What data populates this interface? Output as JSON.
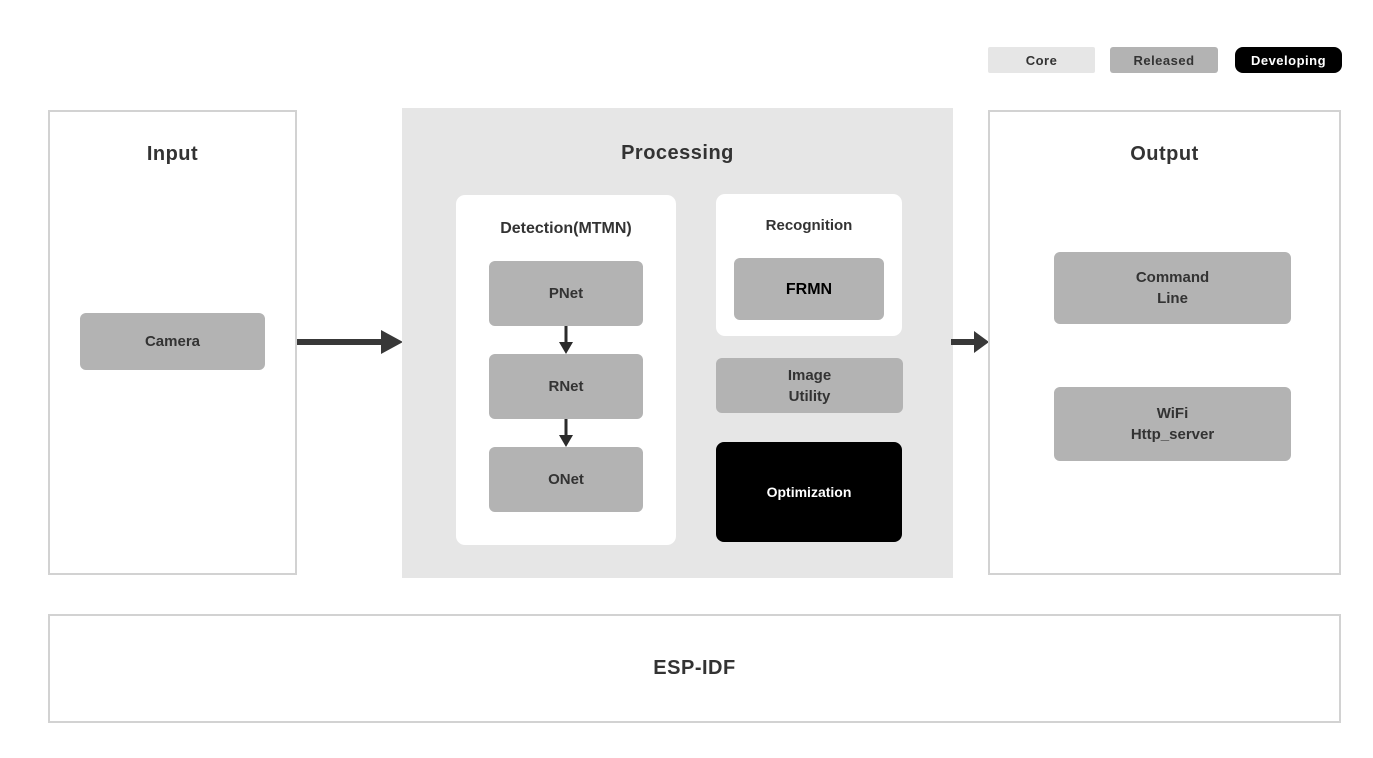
{
  "legend": {
    "core": "Core",
    "released": "Released",
    "developing": "Developing"
  },
  "input": {
    "title": "Input",
    "camera": "Camera"
  },
  "processing": {
    "title": "Processing",
    "detection": {
      "title": "Detection(MTMN)",
      "pnet": "PNet",
      "rnet": "RNet",
      "onet": "ONet"
    },
    "recognition": {
      "title": "Recognition",
      "frmn": "FRMN"
    },
    "image_utility": "Image\nUtility",
    "optimization": "Optimization"
  },
  "output": {
    "title": "Output",
    "command_line": "Command\nLine",
    "wifi_http_server": "WiFi\nHttp_server"
  },
  "foundation": {
    "title": "ESP-IDF"
  },
  "colors": {
    "core_bg": "#e6e6e6",
    "released_bg": "#b3b3b3",
    "developing_bg": "#000000",
    "developing_fg": "#ffffff",
    "panel_border": "#d2d2d2",
    "processing_bg": "#e6e6e6",
    "text": "#333333",
    "arrow": "#383838"
  }
}
